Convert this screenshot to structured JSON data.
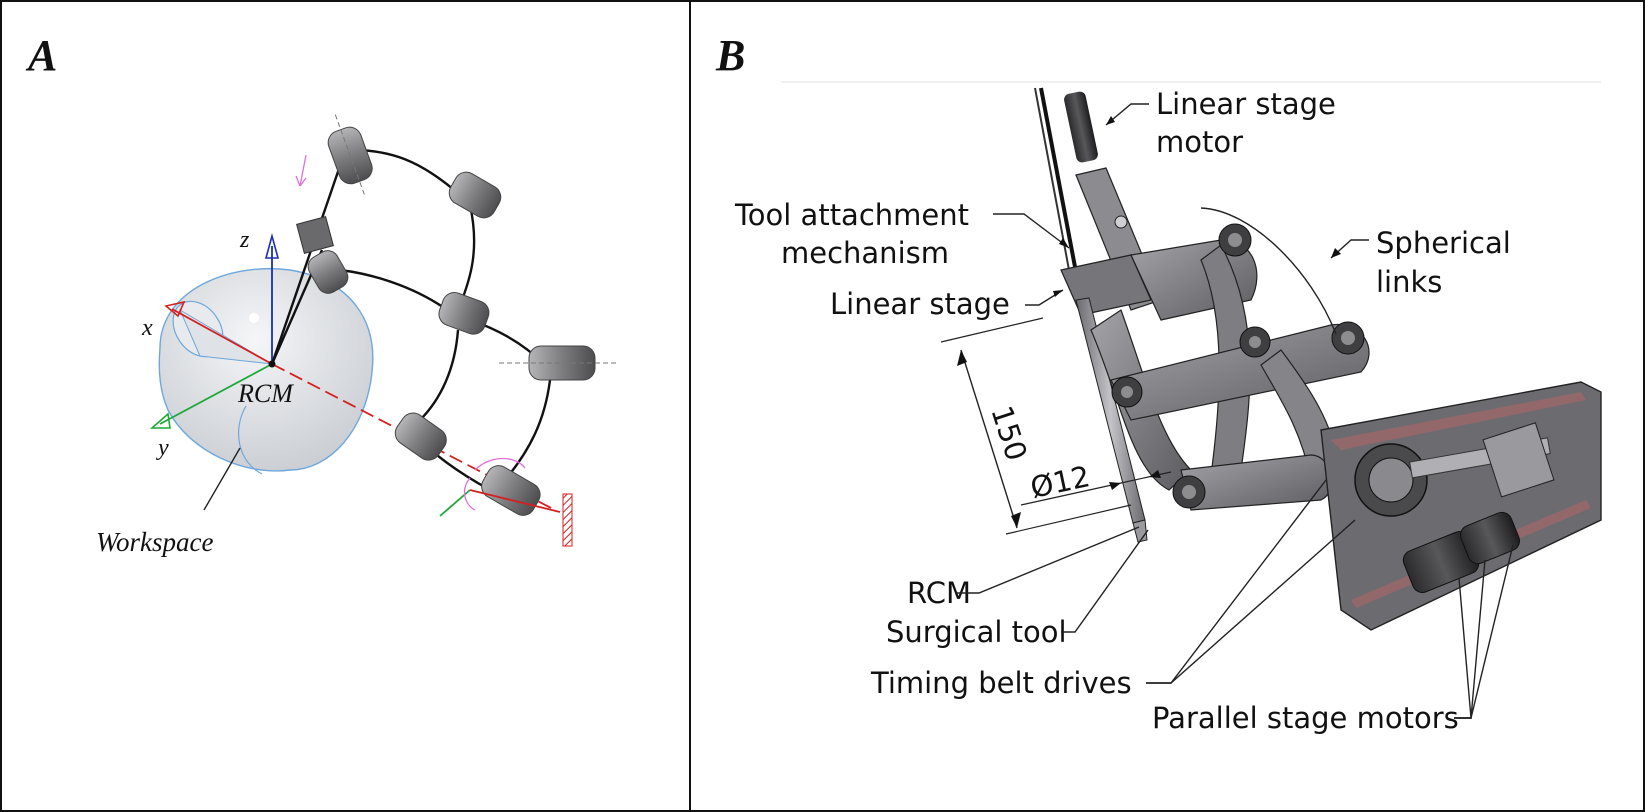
{
  "panel_a": {
    "letter": "A",
    "axis_z": "z",
    "axis_x": "x",
    "axis_y": "y",
    "rcm": "RCM",
    "workspace": "Workspace"
  },
  "panel_b": {
    "letter": "B",
    "labels": {
      "linear_stage_motor_1": "Linear stage",
      "linear_stage_motor_2": "motor",
      "tool_attachment_1": "Tool attachment",
      "tool_attachment_2": "mechanism",
      "linear_stage": "Linear stage",
      "spherical_1": "Spherical",
      "spherical_2": "links",
      "dim_150": "150",
      "dim_12": "Ø12",
      "rcm": "RCM",
      "surgical_tool": "Surgical tool",
      "timing_belt": "Timing belt drives",
      "parallel_motors": "Parallel stage motors"
    }
  },
  "colors": {
    "x_axis": "#d42020",
    "y_axis": "#1ea83a",
    "z_axis": "#1a2fb0",
    "joint_gray": "#8a8a8c",
    "workspace_edge": "#6fa8dc",
    "motion_arrow": "#e070d8",
    "ground_hatch": "#d42020"
  }
}
